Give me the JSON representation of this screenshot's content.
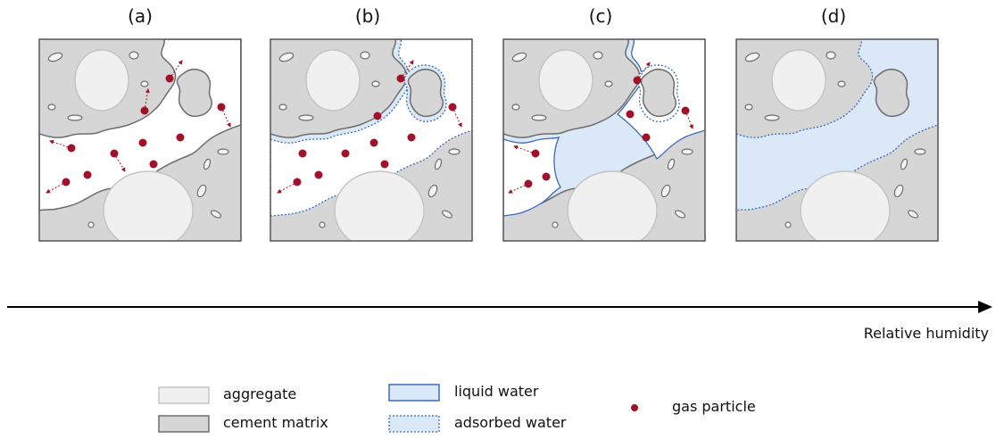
{
  "panels": [
    {
      "label": "(a)",
      "state": "dry"
    },
    {
      "label": "(b)",
      "state": "adsorbed"
    },
    {
      "label": "(c)",
      "state": "partial-liquid"
    },
    {
      "label": "(d)",
      "state": "saturated"
    }
  ],
  "axis": {
    "label": "Relative humidity"
  },
  "legend": {
    "aggregate": "aggregate",
    "cement": "cement matrix",
    "liquid": "liquid water",
    "adsorbed": "adsorbed water",
    "gas": "gas particle"
  },
  "colors": {
    "aggregate_fill": "#f0f0f0",
    "aggregate_stroke": "#c4c4c4",
    "cement_fill": "#d6d6d6",
    "cement_stroke": "#6e6e6e",
    "water_fill": "#dbe8f8",
    "water_stroke": "#3a6bb8",
    "gas": "#a0112a"
  }
}
